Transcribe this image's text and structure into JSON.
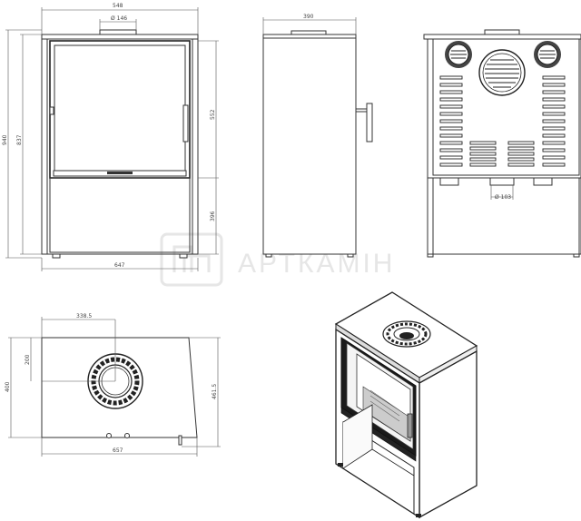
{
  "watermark": {
    "text": "АРТКАМІН"
  },
  "front_view": {
    "width_top": "548",
    "flue_diameter": "Ø 146",
    "height_total": "940",
    "height_inner": "837",
    "door_height": "552",
    "base_height": "396",
    "width_bottom": "647"
  },
  "side_view": {
    "depth": "390"
  },
  "rear_view": {
    "air_inlet_diameter": "Ø 103"
  },
  "top_view": {
    "flue_offset_x": "338.5",
    "flue_offset_y_small": "200",
    "flue_offset_y": "400",
    "depth_right": "461.5",
    "width": "657"
  },
  "colors": {
    "line": "#333333",
    "glass": "#ffffff",
    "firebox": "#1a1a1a",
    "watermark": "#e6e6e6"
  }
}
